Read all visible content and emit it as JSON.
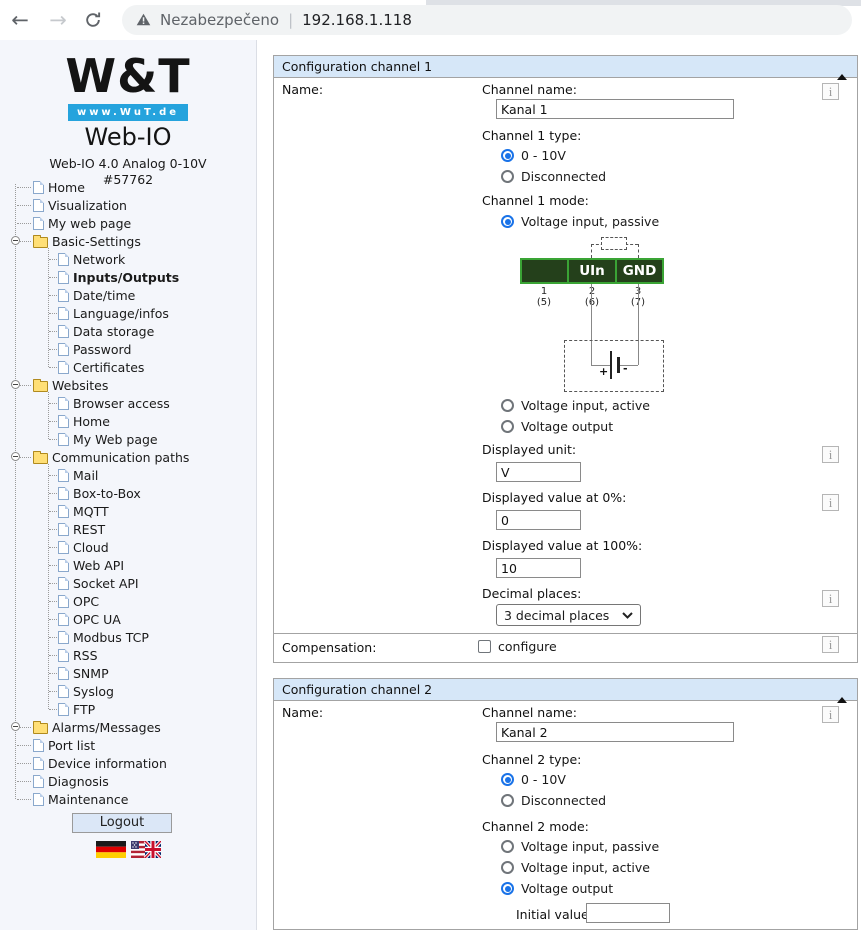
{
  "browser": {
    "back": "←",
    "forward": "→",
    "security_label": "Nezabezpečeno",
    "divider": "|",
    "url": "192.168.1.118"
  },
  "sidebar": {
    "logo_brand": "W&T",
    "logo_site": "www.WuT.de",
    "logo_product": "Web-IO",
    "logo_model": "Web-IO 4.0 Analog 0-10V",
    "logo_serial": "#57762",
    "logout_label": "Logout",
    "tree": [
      {
        "label": "Home",
        "type": "page"
      },
      {
        "label": "Visualization",
        "type": "page"
      },
      {
        "label": "My web page",
        "type": "page"
      },
      {
        "label": "Basic-Settings",
        "type": "folder"
      },
      {
        "label": "Network",
        "type": "page"
      },
      {
        "label": "Inputs/Outputs",
        "type": "page",
        "bold": true
      },
      {
        "label": "Date/time",
        "type": "page"
      },
      {
        "label": "Language/infos",
        "type": "page"
      },
      {
        "label": "Data storage",
        "type": "page"
      },
      {
        "label": "Password",
        "type": "page"
      },
      {
        "label": "Certificates",
        "type": "page"
      },
      {
        "label": "Websites",
        "type": "folder"
      },
      {
        "label": "Browser access",
        "type": "page"
      },
      {
        "label": "Home",
        "type": "page"
      },
      {
        "label": "My Web page",
        "type": "page"
      },
      {
        "label": "Communication paths",
        "type": "folder"
      },
      {
        "label": "Mail",
        "type": "page"
      },
      {
        "label": "Box-to-Box",
        "type": "page"
      },
      {
        "label": "MQTT",
        "type": "page"
      },
      {
        "label": "REST",
        "type": "page"
      },
      {
        "label": "Cloud",
        "type": "page"
      },
      {
        "label": "Web API",
        "type": "page"
      },
      {
        "label": "Socket API",
        "type": "page"
      },
      {
        "label": "OPC",
        "type": "page"
      },
      {
        "label": "OPC UA",
        "type": "page"
      },
      {
        "label": "Modbus TCP",
        "type": "page"
      },
      {
        "label": "RSS",
        "type": "page"
      },
      {
        "label": "SNMP",
        "type": "page"
      },
      {
        "label": "Syslog",
        "type": "page"
      },
      {
        "label": "FTP",
        "type": "page"
      },
      {
        "label": "Alarms/Messages",
        "type": "folder"
      },
      {
        "label": "Port list",
        "type": "page"
      },
      {
        "label": "Device information",
        "type": "page"
      },
      {
        "label": "Diagnosis",
        "type": "page"
      },
      {
        "label": "Maintenance",
        "type": "page"
      }
    ]
  },
  "main": {
    "info_label": "i",
    "panels": [
      {
        "title": "Configuration channel 1",
        "name_label": "Name:",
        "channel_name_label": "Channel name:",
        "channel_name_value": "Kanal 1",
        "type_label": "Channel 1 type:",
        "type_options": [
          {
            "label": "0 - 10V",
            "selected": true
          },
          {
            "label": "Disconnected",
            "selected": false
          }
        ],
        "mode_label": "Channel 1 mode:",
        "mode_options": [
          {
            "label": "Voltage input, passive",
            "selected": true
          },
          {
            "label": "Voltage input, active",
            "selected": false
          },
          {
            "label": "Voltage output",
            "selected": false
          }
        ],
        "diagram": {
          "terminals": [
            "",
            "UIn",
            "GND"
          ],
          "pin_numbers": [
            "1",
            "2",
            "3"
          ],
          "pin_alts": [
            "(5)",
            "(6)",
            "(7)"
          ],
          "battery_plus": "+",
          "battery_minus": "-"
        },
        "displayed_unit_label": "Displayed unit:",
        "displayed_unit_value": "V",
        "value_at_0_label": "Displayed value at 0%:",
        "value_at_0_value": "0",
        "value_at_100_label": "Displayed value at 100%:",
        "value_at_100_value": "10",
        "decimal_places_label": "Decimal places:",
        "decimal_places_value": "3 decimal places",
        "compensation_label": "Compensation:",
        "compensation_option_label": "configure",
        "compensation_checked": false
      },
      {
        "title": "Configuration channel 2",
        "name_label": "Name:",
        "channel_name_label": "Channel name:",
        "channel_name_value": "Kanal 2",
        "type_label": "Channel 2 type:",
        "type_options": [
          {
            "label": "0 - 10V",
            "selected": true
          },
          {
            "label": "Disconnected",
            "selected": false
          }
        ],
        "mode_label": "Channel 2 mode:",
        "mode_options": [
          {
            "label": "Voltage input, passive",
            "selected": false
          },
          {
            "label": "Voltage input, active",
            "selected": false
          },
          {
            "label": "Voltage output",
            "selected": true
          }
        ],
        "initial_value_label": "Initial value",
        "initial_value_value": ""
      }
    ]
  }
}
